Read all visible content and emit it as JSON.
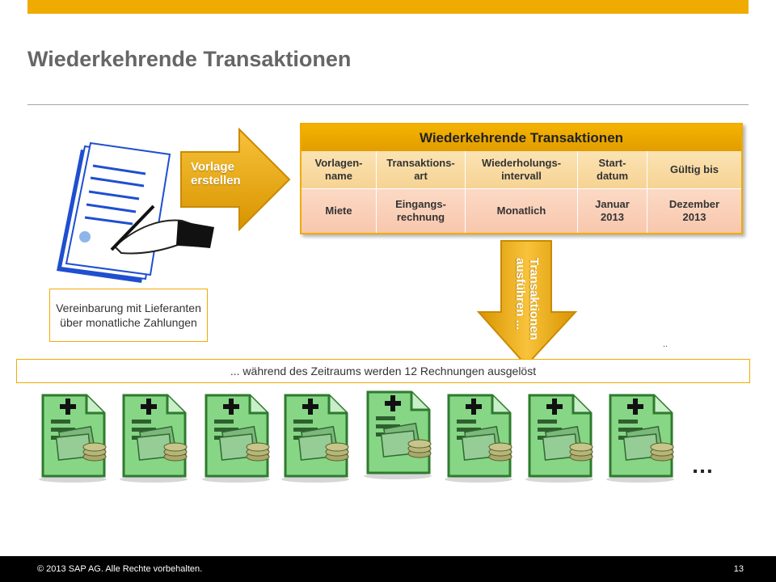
{
  "title": "Wiederkehrende Transaktionen",
  "arrow_right_label": "Vorlage erstellen",
  "callout": "Vereinbarung mit Lieferanten über monatliche Zahlungen",
  "table": {
    "header": "Wiederkehrende Transaktionen",
    "columns": [
      "Vorlagen-\nname",
      "Transaktions-\nart",
      "Wiederholungs-\nintervall",
      "Start-\ndatum",
      "Gültig bis"
    ],
    "row": [
      "Miete",
      "Eingangs-\nrechnung",
      "Monatlich",
      "Januar\n2013",
      "Dezember\n2013"
    ]
  },
  "arrow_down_label": "Transaktionen ausführen ...",
  "tiny_dots": "..",
  "info": "... während des Zeitraums werden 12 Rechnungen ausgelöst",
  "more": "…",
  "footer": {
    "copyright": "© 2013 SAP AG. Alle Rechte vorbehalten.",
    "page": "13"
  },
  "colors": {
    "accent": "#f0ab00",
    "invoice_green": "#7ed27e",
    "money_green": "#5aa35a"
  },
  "icons": [
    "document-signing-icon",
    "invoice-icon"
  ]
}
